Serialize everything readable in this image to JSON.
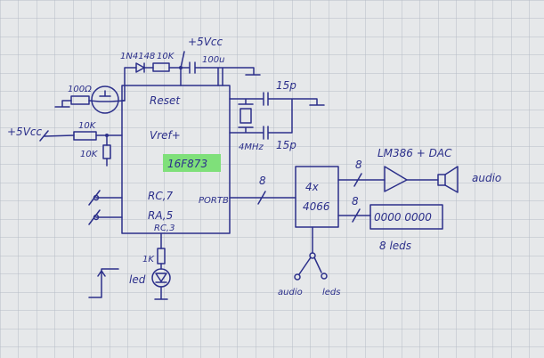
{
  "paper_color": "#e6e8ea",
  "grid_color": "#b6bcc6",
  "ink_color": "#2b2f8a",
  "highlight_color": "#7fe07a",
  "mcu": {
    "part": "16F873",
    "pins": {
      "reset": "Reset",
      "vref": "Vref+",
      "rc7": "RC,7",
      "ra5": "RA,5",
      "rc3": "RC,3",
      "portb": "PORTB"
    }
  },
  "reset_circuit": {
    "vcc": "+5Vcc",
    "diode": "1N4148",
    "resistor": "10K",
    "capacitor": "100u",
    "button_resistor": "100Ω"
  },
  "vref_circuit": {
    "vcc": "+5Vcc",
    "r_top": "10K",
    "r_bottom": "10K"
  },
  "oscillator": {
    "crystal": "4MHz",
    "cap1": "15p",
    "cap2": "15p"
  },
  "bus_width_portb": "8",
  "switch": {
    "line1": "4x",
    "line2": "4066",
    "bus_audio": "8",
    "bus_leds": "8",
    "selector_audio": "audio",
    "selector_leds": "leds"
  },
  "audio": {
    "amp": "LM386 + DAC",
    "output": "audio"
  },
  "leds": {
    "bar": "0000 0000",
    "label": "8 leds"
  },
  "status_led": {
    "resistor": "1K",
    "label": "led"
  }
}
